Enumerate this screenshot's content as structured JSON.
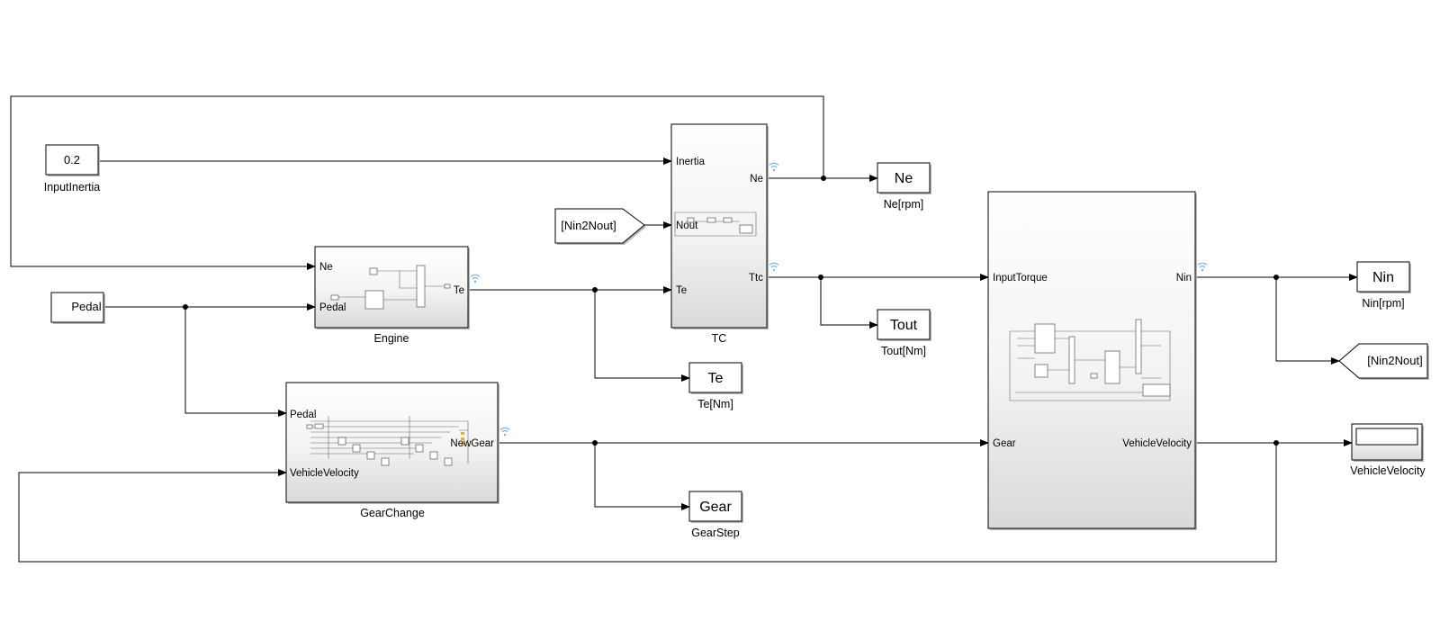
{
  "constants": {
    "input_inertia": {
      "value": "0.2",
      "name": "InputInertia"
    },
    "pedal": {
      "value": "Pedal"
    }
  },
  "subsystems": {
    "engine": {
      "name": "Engine",
      "inputs": [
        "Ne",
        "Pedal"
      ],
      "outputs": [
        "Te"
      ]
    },
    "gear_change": {
      "name": "GearChange",
      "inputs": [
        "Pedal",
        "VehicleVelocity"
      ],
      "outputs": [
        "NewGear"
      ]
    },
    "tc": {
      "name": "TC",
      "inputs": [
        "Inertia",
        "Nout",
        "Te"
      ],
      "outputs": [
        "Ne",
        "Ttc"
      ]
    },
    "transmission": {
      "inputs": [
        "InputTorque",
        "Gear"
      ],
      "outputs": [
        "Nin",
        "VehicleVelocity"
      ]
    }
  },
  "from_tag": {
    "label": "[Nin2Nout]"
  },
  "goto_tag": {
    "label": "[Nin2Nout]"
  },
  "displays": {
    "ne": {
      "value": "Ne",
      "name": "Ne[rpm]"
    },
    "tout": {
      "value": "Tout",
      "name": "Tout[Nm]"
    },
    "te": {
      "value": "Te",
      "name": "Te[Nm]"
    },
    "gear": {
      "value": "Gear",
      "name": "GearStep"
    },
    "nin": {
      "value": "Nin",
      "name": "Nin[rpm]"
    }
  },
  "scope": {
    "name": "VehicleVelocity"
  },
  "colors": {
    "wire": "#000000",
    "block_gradient_top": "#ffffff",
    "block_gradient_bottom": "#d9d9d9",
    "signal_logging": "#7fb3e0"
  }
}
